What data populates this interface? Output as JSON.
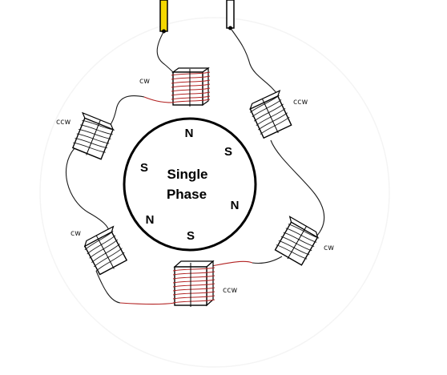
{
  "diagram": {
    "center": {
      "line1": "Single",
      "line2": "Phase"
    },
    "poles": [
      "N",
      "S",
      "N",
      "S",
      "N",
      "S"
    ],
    "coils": [
      "cw",
      "cw",
      "ccw",
      "ccw",
      "cw",
      "ccw"
    ],
    "colors": {
      "wire_black": "#1a1a1a",
      "wire_red": "#b22222",
      "lead_yellow": "#f5d800",
      "lead_white": "#ffffff"
    }
  }
}
